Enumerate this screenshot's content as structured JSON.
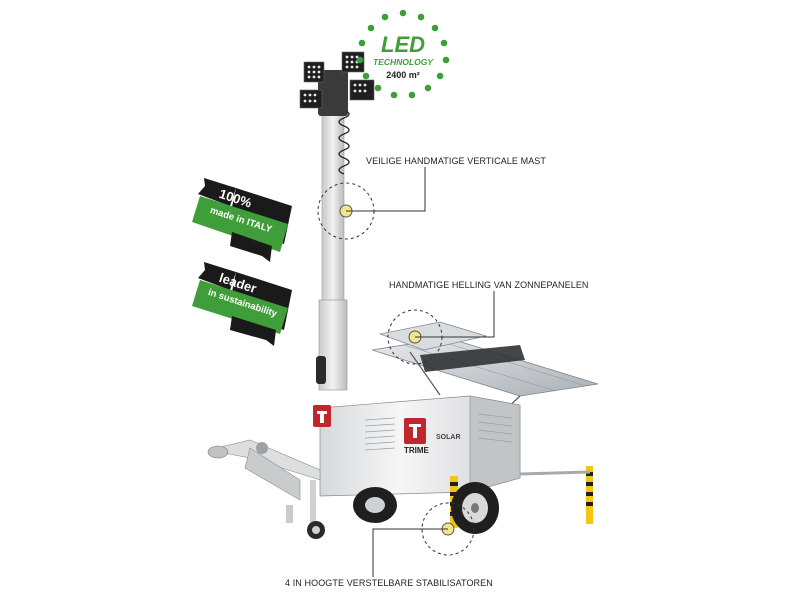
{
  "badge": {
    "led_label": "LED",
    "technology_label": "TECHNOLOGY",
    "coverage_area": "2400 m²",
    "accent_color": "#3f9e3a"
  },
  "ribbons": {
    "italy": {
      "line1": "100%",
      "line2": "made in ITALY"
    },
    "sustainability": {
      "line1": "leader",
      "line2": "in sustainability"
    }
  },
  "callouts": {
    "mast": "VEILIGE HANDMATIGE VERTICALE MAST",
    "panels": "HANDMATIGE HELLING VAN ZONNEPANELEN",
    "stabilizers": "4 IN HOOGTE VERSTELBARE STABILISATOREN"
  },
  "product": {
    "brand": "TRIME",
    "model_mark": "SOLAR"
  }
}
